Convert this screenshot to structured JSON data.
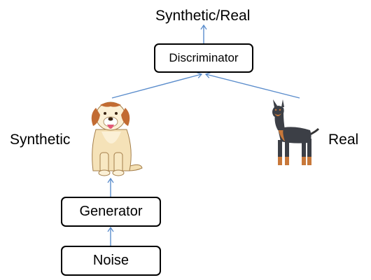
{
  "diagram": {
    "output_label": "Synthetic/Real",
    "discriminator_label": "Discriminator",
    "synthetic_label": "Synthetic",
    "real_label": "Real",
    "generator_label": "Generator",
    "noise_label": "Noise",
    "synthetic_image": "st-bernard-dog",
    "real_image": "doberman-dog",
    "arrow_color": "#5b8dcc"
  }
}
